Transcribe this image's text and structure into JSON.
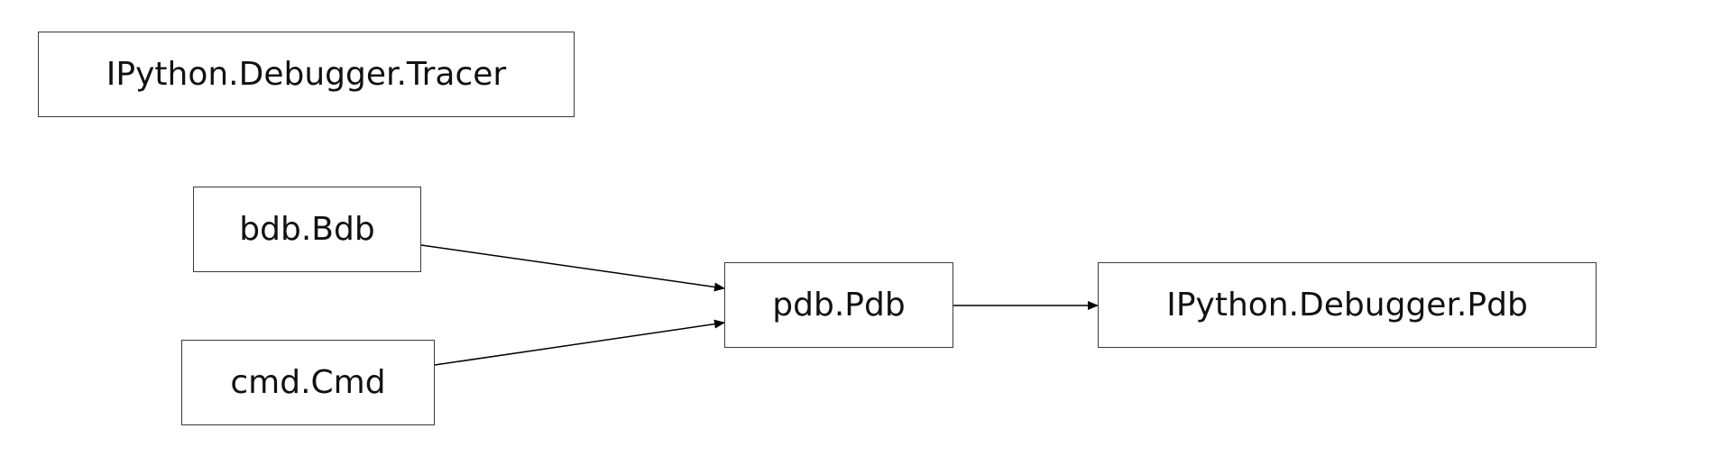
{
  "nodes": {
    "tracer": "IPython.Debugger.Tracer",
    "bdb": "bdb.Bdb",
    "cmd": "cmd.Cmd",
    "pdb": "pdb.Pdb",
    "ipython_pdb": "IPython.Debugger.Pdb"
  },
  "edges": [
    {
      "from": "bdb.Bdb",
      "to": "pdb.Pdb"
    },
    {
      "from": "cmd.Cmd",
      "to": "pdb.Pdb"
    },
    {
      "from": "pdb.Pdb",
      "to": "IPython.Debugger.Pdb"
    }
  ],
  "colors": {
    "border": "#3a3a3a",
    "edge": "#000000",
    "background": "#ffffff"
  }
}
